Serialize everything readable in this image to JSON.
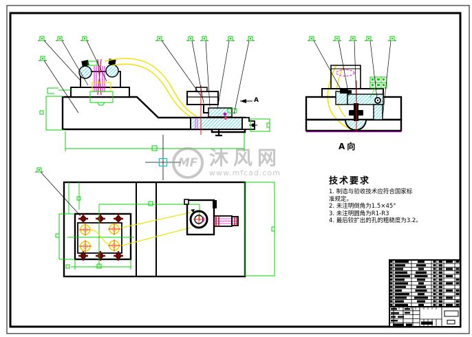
{
  "watermark": {
    "logo_text": "MF",
    "brand": "沐风网",
    "url": "www.mfcad.com"
  },
  "annotations": {
    "a_arrow_label": "A",
    "a_view_caption": "A向"
  },
  "tech_requirements": {
    "title": "技术要求",
    "lines": [
      "1. 制造与验收技术应符合国家标",
      "准规定。",
      "2. 未注明倒角为1.5×45°",
      "3. 未注明圆角为R1-R3",
      "4. 最后铰扩出的孔的粗糙度为3.2。"
    ]
  },
  "colors": {
    "dimension_green": "#00d400",
    "aux_yellow": "#f2e200",
    "hidden_magenta": "#ff00ff",
    "centerline_red": "#ff0000",
    "hatch_cyan": "#2bd4e4",
    "bolt_darkred": "#8b0000",
    "watermark_gray": "#9a9a9a"
  }
}
